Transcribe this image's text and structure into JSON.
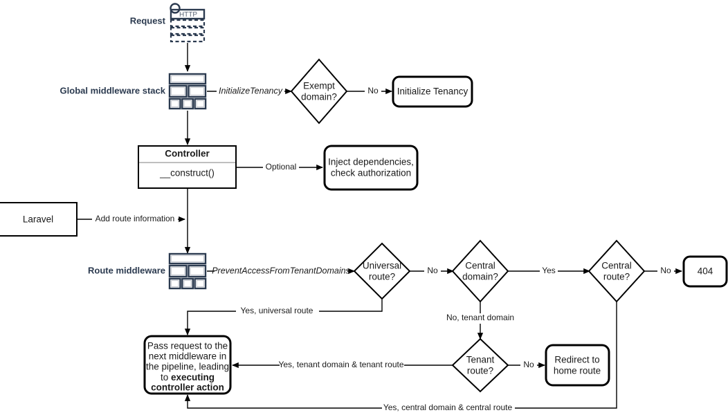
{
  "diagram": {
    "title": "Laravel multi-tenancy request lifecycle flowchart",
    "colors": {
      "stroke": "#000000",
      "icon": "#2b3a4f",
      "icon_inner": "#c9ccd2",
      "side_label": "#2b3a4f",
      "background": "#ffffff"
    },
    "side_labels": [
      {
        "id": "request",
        "text": "Request"
      },
      {
        "id": "global-middleware-stack",
        "text": "Global middleware stack"
      },
      {
        "id": "route-middleware",
        "text": "Route middleware"
      }
    ],
    "icons": {
      "http_request": {
        "name": "http-request-icon",
        "label": "HTTP"
      },
      "global_stack": {
        "name": "middleware-stack-icon"
      },
      "route_stack": {
        "name": "middleware-stack-icon"
      }
    },
    "nodes": [
      {
        "id": "exempt-domain",
        "type": "decision",
        "lines": [
          "Exempt",
          "domain?"
        ]
      },
      {
        "id": "initialize-tenancy",
        "type": "rounded",
        "lines": [
          "Initialize Tenancy"
        ]
      },
      {
        "id": "controller",
        "type": "uml-class",
        "title": "Controller",
        "method": "__construct()"
      },
      {
        "id": "inject-dependencies",
        "type": "rounded",
        "lines": [
          "Inject dependencies,",
          "check authorization"
        ]
      },
      {
        "id": "laravel",
        "type": "rect",
        "lines": [
          "Laravel"
        ]
      },
      {
        "id": "universal-route",
        "type": "decision",
        "lines": [
          "Universal",
          "route?"
        ]
      },
      {
        "id": "central-domain",
        "type": "decision",
        "lines": [
          "Central",
          "domain?"
        ]
      },
      {
        "id": "central-route",
        "type": "decision",
        "lines": [
          "Central",
          "route?"
        ]
      },
      {
        "id": "not-found",
        "type": "rounded",
        "lines": [
          "404"
        ]
      },
      {
        "id": "tenant-route",
        "type": "decision",
        "lines": [
          "Tenant",
          "route?"
        ]
      },
      {
        "id": "redirect-home",
        "type": "rounded",
        "lines": [
          "Redirect to",
          "home route"
        ]
      },
      {
        "id": "pass-request",
        "type": "rounded",
        "lines": [
          "Pass request to the",
          "next middleware in",
          "the pipeline, leading",
          "to executing",
          "controller action"
        ],
        "bold_lines": [
          "executing",
          "controller action"
        ],
        "plain_prefix_last_lines": [
          "to "
        ]
      }
    ],
    "edge_labels": [
      {
        "id": "initialize-tenancy-edge",
        "text": "InitializeTenancy",
        "style": "italic"
      },
      {
        "id": "exempt-no",
        "text": "No"
      },
      {
        "id": "optional",
        "text": "Optional"
      },
      {
        "id": "add-route-information",
        "text": "Add route information"
      },
      {
        "id": "prevent-access-edge",
        "text": "PreventAccessFromTenantDomains",
        "style": "italic"
      },
      {
        "id": "universal-no",
        "text": "No"
      },
      {
        "id": "central-domain-yes",
        "text": "Yes"
      },
      {
        "id": "central-route-no",
        "text": "No"
      },
      {
        "id": "central-domain-no",
        "text": "No, tenant domain"
      },
      {
        "id": "tenant-route-no",
        "text": "No"
      },
      {
        "id": "universal-yes",
        "text": "Yes, universal route"
      },
      {
        "id": "tenant-yes",
        "text": "Yes, tenant domain & tenant route"
      },
      {
        "id": "central-yes",
        "text": "Yes, central domain & central route"
      }
    ]
  }
}
